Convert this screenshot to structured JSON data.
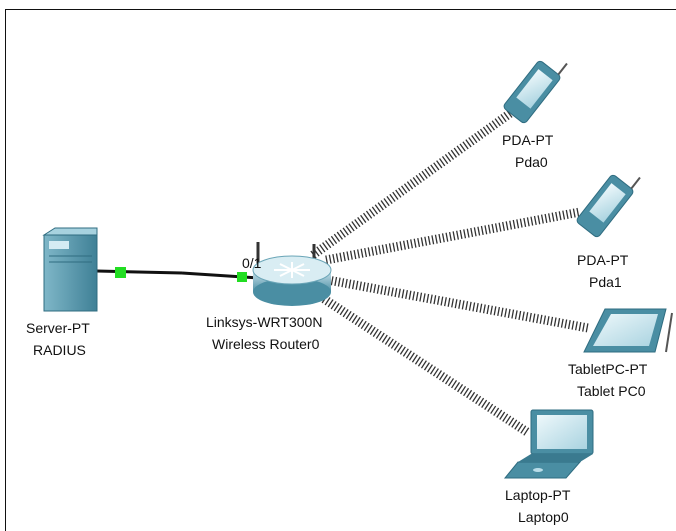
{
  "devices": {
    "server": {
      "type": "Server-PT",
      "name": "RADIUS"
    },
    "router": {
      "type": "Linksys-WRT300N",
      "name": "Wireless Router0",
      "port_label": "0/1"
    },
    "pda0": {
      "type": "PDA-PT",
      "name": "Pda0"
    },
    "pda1": {
      "type": "PDA-PT",
      "name": "Pda1"
    },
    "tablet": {
      "type": "TabletPC-PT",
      "name": "Tablet PC0"
    },
    "laptop": {
      "type": "Laptop-PT",
      "name": "Laptop0"
    }
  },
  "colors": {
    "device_body": "#4a8ea3",
    "device_light": "#b9dde9",
    "link_up": "#22dd22",
    "cable": "#111111",
    "wireless": "#333333"
  }
}
